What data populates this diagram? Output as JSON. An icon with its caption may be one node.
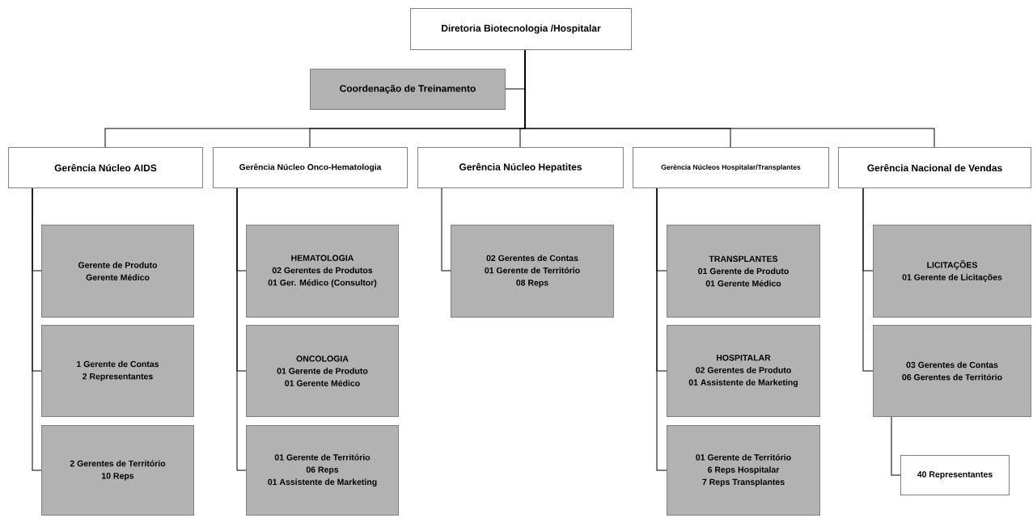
{
  "diagram": {
    "nodes": [
      {
        "text": [
          "Diretoria Biotecnologia /Hospitalar"
        ]
      },
      {
        "text": [
          "Coordenação de Treinamento"
        ]
      },
      {
        "text": [
          "Gerência Núcleo AIDS"
        ]
      },
      {
        "text": [
          "Gerência Núcleo Onco-Hematologia"
        ]
      },
      {
        "text": [
          "Gerência Núcleo Hepatites"
        ]
      },
      {
        "text": [
          "Gerência Núcleos Hospitalar/Transplantes"
        ]
      },
      {
        "text": [
          "Gerência Nacional de Vendas"
        ]
      },
      {
        "text": [
          "Gerente de Produto",
          "Gerente Médico"
        ]
      },
      {
        "text": [
          "1 Gerente de Contas",
          "2 Representantes"
        ]
      },
      {
        "text": [
          "2 Gerentes de Território",
          "10 Reps"
        ]
      },
      {
        "text": [
          "HEMATOLOGIA",
          "02 Gerentes de Produtos",
          "01 Ger. Médico (Consultor)"
        ]
      },
      {
        "text": [
          "ONCOLOGIA",
          "01 Gerente de Produto",
          "01 Gerente Médico"
        ]
      },
      {
        "text": [
          "01 Gerente de Território",
          "06 Reps",
          "01 Assistente de Marketing"
        ]
      },
      {
        "text": [
          "02 Gerentes de Contas",
          "01 Gerente de Território",
          "08 Reps"
        ]
      },
      {
        "text": [
          "TRANSPLANTES",
          "01 Gerente de Produto",
          "01 Gerente Médico"
        ]
      },
      {
        "text": [
          "HOSPITALAR",
          "02 Gerentes de Produto",
          "01 Assistente de Marketing"
        ]
      },
      {
        "text": [
          "01 Gerente de Território",
          "6 Reps Hospitalar",
          "7 Reps Transplantes"
        ]
      },
      {
        "text": [
          "LICITAÇÕES",
          "01 Gerente de Licitações"
        ]
      },
      {
        "text": [
          "03 Gerentes de Contas",
          "06 Gerentes de Território"
        ]
      },
      {
        "text": [
          "40 Representantes"
        ]
      }
    ],
    "edges": [
      {
        "from": 0,
        "to": 1,
        "arrow": "none"
      },
      {
        "from": 0,
        "to": 2,
        "arrow": "none"
      },
      {
        "from": 0,
        "to": 3,
        "arrow": "none"
      },
      {
        "from": 0,
        "to": 4,
        "arrow": "none"
      },
      {
        "from": 0,
        "to": 5,
        "arrow": "none"
      },
      {
        "from": 0,
        "to": 6,
        "arrow": "none"
      },
      {
        "from": 2,
        "to": 7,
        "arrow": "none"
      },
      {
        "from": 2,
        "to": 8,
        "arrow": "none"
      },
      {
        "from": 2,
        "to": 9,
        "arrow": "none"
      },
      {
        "from": 3,
        "to": 10,
        "arrow": "none"
      },
      {
        "from": 3,
        "to": 11,
        "arrow": "none"
      },
      {
        "from": 3,
        "to": 12,
        "arrow": "none"
      },
      {
        "from": 4,
        "to": 13,
        "arrow": "none"
      },
      {
        "from": 5,
        "to": 14,
        "arrow": "none"
      },
      {
        "from": 5,
        "to": 15,
        "arrow": "none"
      },
      {
        "from": 5,
        "to": 16,
        "arrow": "none"
      },
      {
        "from": 6,
        "to": 17,
        "arrow": "none"
      },
      {
        "from": 6,
        "to": 18,
        "arrow": "none"
      },
      {
        "from": 18,
        "to": 19,
        "arrow": "none"
      }
    ]
  }
}
